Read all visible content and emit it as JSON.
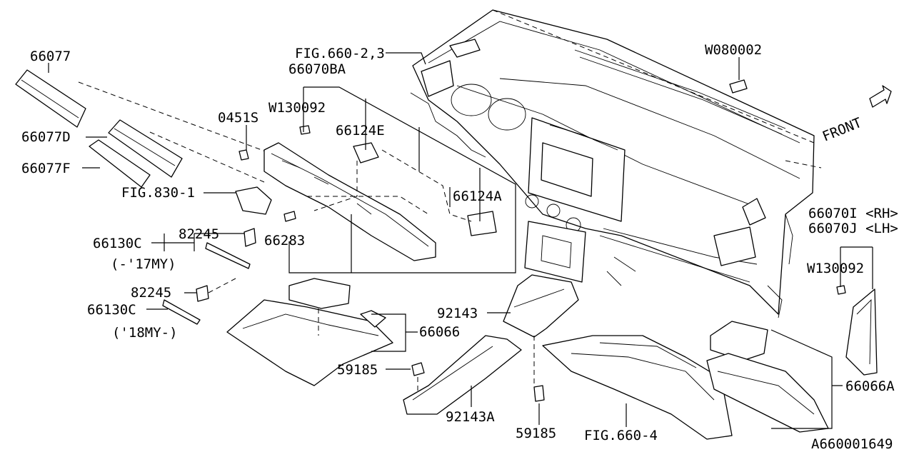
{
  "labels": {
    "p66077": "66077",
    "p66077D": "66077D",
    "p66077F": "66077F",
    "fig660_23": "FIG.660-2,3",
    "p66070BA": "66070BA",
    "w130092_a": "W130092",
    "p0451S": "0451S",
    "p66124E": "66124E",
    "p66124A": "66124A",
    "fig830_1": "FIG.830-1",
    "p66130C_a": "66130C",
    "p82245_a": "82245",
    "my17": "(-'17MY)",
    "p66283": "66283",
    "p82245_b": "82245",
    "p66130C_b": "66130C",
    "my18": "('18MY-)",
    "p66066": "66066",
    "p92143": "92143",
    "p59185_a": "59185",
    "p92143A": "92143A",
    "p59185_b": "59185",
    "fig660_4": "FIG.660-4",
    "w080002": "W080002",
    "front": "FRONT",
    "p66070I": "66070I <RH>",
    "p66070J": "66070J <LH>",
    "w130092_b": "W130092",
    "p66066A": "66066A",
    "diagram_id": "A660001649"
  }
}
